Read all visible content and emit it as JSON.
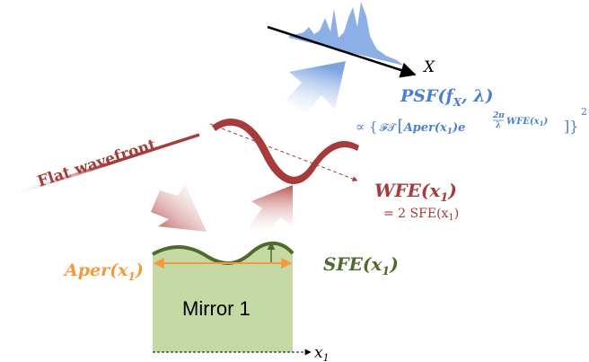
{
  "colors": {
    "blue": "#4a7fd0",
    "blue_fill": "#8cb0e6",
    "red": "#a73a3a",
    "orange": "#f39a3c",
    "green_dark": "#4d6b2c",
    "mirror_fill": "#c5d9a4"
  },
  "labels": {
    "x_axis": "X",
    "psf": "PSF(f",
    "psf_sub": "X",
    "psf_tail": ", λ)",
    "prop_prefix": "∝ {",
    "ft": "𝓕𝓣",
    "prop_aper": "Aper(x",
    "prop_aper_sub": "1",
    "prop_e": ")e",
    "prop_exp": "2π",
    "prop_exp_den": "λ",
    "prop_wfe": "WFE(x",
    "prop_wfe_sub": "1",
    "prop_wfe_close": ")",
    "prop_close": "]}",
    "prop_square": "2",
    "flat_wavefront": "Flat wavefront",
    "wfe": "WFE(x",
    "wfe_sub": "1",
    "wfe_close": ")",
    "wfe_eq": "= 2 SFE(x",
    "wfe_eq_sub": "1",
    "wfe_eq_close": ")",
    "sfe": "SFE(x",
    "sfe_sub": "1",
    "sfe_close": ")",
    "aper": "Aper(x",
    "aper_sub": "1",
    "aper_close": ")",
    "mirror": "Mirror 1",
    "x1": "x",
    "x1_sub": "1"
  }
}
